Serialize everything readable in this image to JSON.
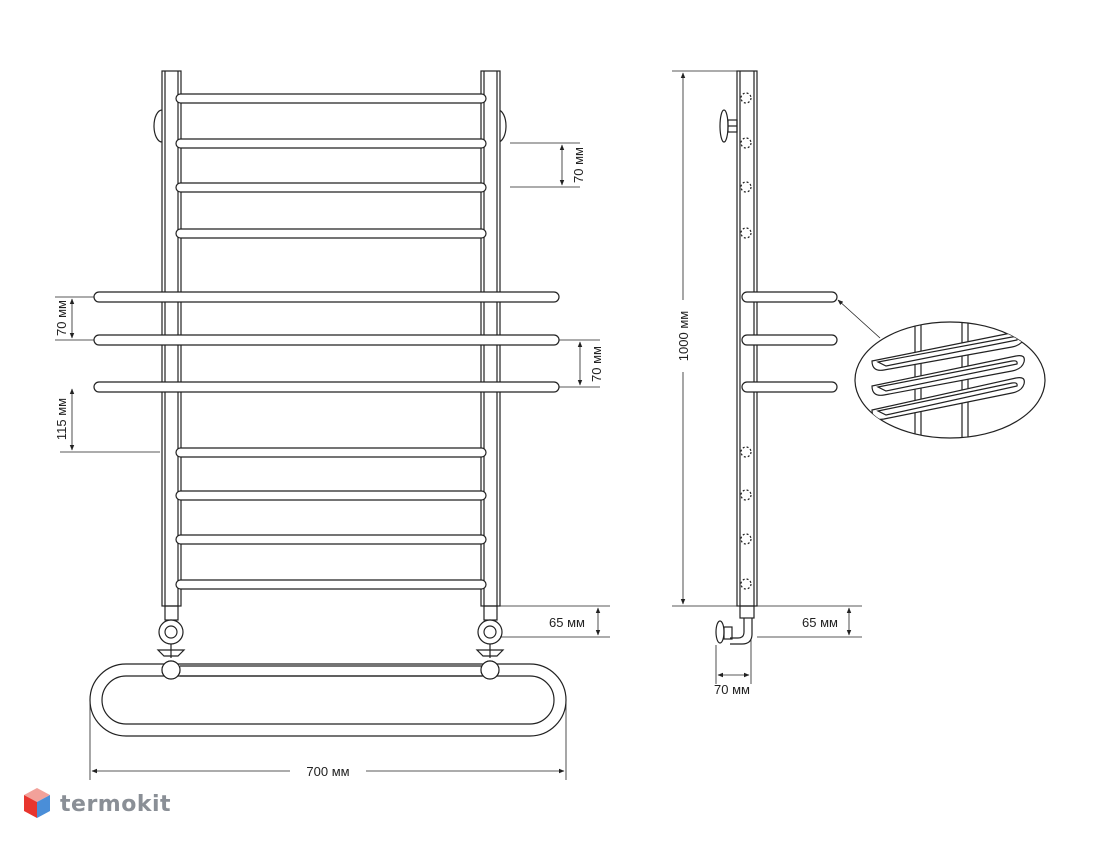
{
  "dimensions": {
    "front_rung_gap": "70 мм",
    "front_bar_gap_left": "70 мм",
    "front_bar_gap_right": "70 мм",
    "front_lower_gap": "115 мм",
    "front_bottom_pipe": "65 мм",
    "front_width": "700 мм",
    "side_height": "1000 мм",
    "side_bottom_pipe": "65 мм",
    "side_offset": "70 мм"
  },
  "logo": {
    "text": "termokit",
    "icon": "cube-icon",
    "color": "#8a8f96"
  },
  "colors": {
    "line": "#222222",
    "accent": "#e8352e",
    "logo_blue": "#4a8ed8"
  }
}
